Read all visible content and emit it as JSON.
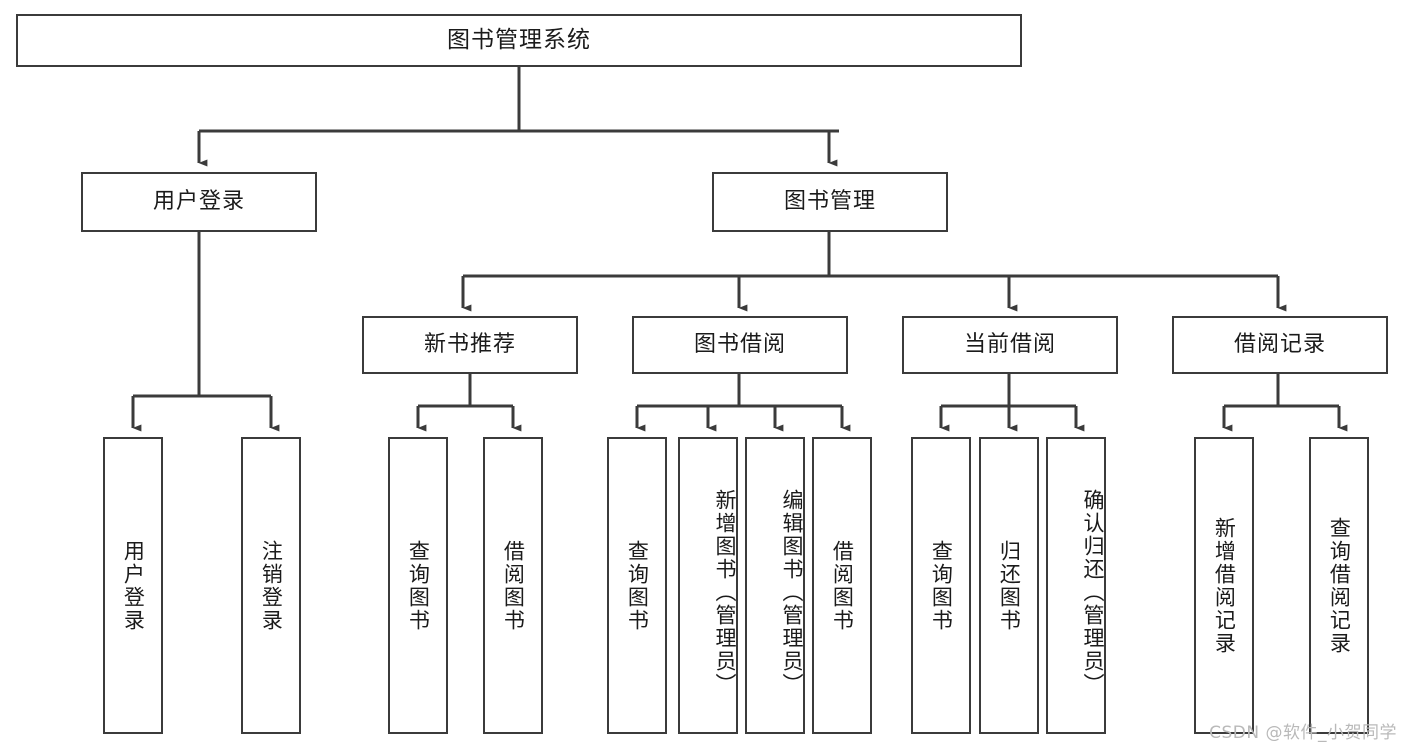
{
  "diagram": {
    "title": "图书管理系统",
    "type": "tree",
    "watermark": "CSDN @软件_小贺同学",
    "levels": {
      "root": {
        "label": "图书管理系统"
      },
      "level2": [
        {
          "id": "user-login",
          "label": "用户登录"
        },
        {
          "id": "book-manage",
          "label": "图书管理"
        }
      ],
      "level3": [
        {
          "id": "new-book-rec",
          "label": "新书推荐",
          "parent": "book-manage"
        },
        {
          "id": "book-borrow",
          "label": "图书借阅",
          "parent": "book-manage"
        },
        {
          "id": "current-borrow",
          "label": "当前借阅",
          "parent": "book-manage"
        },
        {
          "id": "borrow-record",
          "label": "借阅记录",
          "parent": "book-manage"
        }
      ],
      "leaves": [
        {
          "id": "leaf-user-login",
          "label": "用户登录",
          "parent": "user-login"
        },
        {
          "id": "leaf-user-logout",
          "label": "注销登录",
          "parent": "user-login"
        },
        {
          "id": "leaf-query-book-1",
          "label": "查询图书",
          "parent": "new-book-rec"
        },
        {
          "id": "leaf-borrow-book-1",
          "label": "借阅图书",
          "parent": "new-book-rec"
        },
        {
          "id": "leaf-query-book-2",
          "label": "查询图书",
          "parent": "book-borrow"
        },
        {
          "id": "leaf-add-book",
          "label": "新增图书（管理员）",
          "parent": "book-borrow"
        },
        {
          "id": "leaf-edit-book",
          "label": "编辑图书（管理员）",
          "parent": "book-borrow"
        },
        {
          "id": "leaf-borrow-book-2",
          "label": "借阅图书",
          "parent": "book-borrow"
        },
        {
          "id": "leaf-query-book-3",
          "label": "查询图书",
          "parent": "current-borrow"
        },
        {
          "id": "leaf-return-book",
          "label": "归还图书",
          "parent": "current-borrow"
        },
        {
          "id": "leaf-confirm-return",
          "label": "确认归还（管理员）",
          "parent": "current-borrow"
        },
        {
          "id": "leaf-add-record",
          "label": "新增借阅记录",
          "parent": "borrow-record"
        },
        {
          "id": "leaf-query-record",
          "label": "查询借阅记录",
          "parent": "borrow-record"
        }
      ]
    },
    "colors": {
      "stroke": "#3b3b3b",
      "background": "#ffffff",
      "text": "#1b1b1b",
      "watermark": "#b9b9b9"
    }
  }
}
